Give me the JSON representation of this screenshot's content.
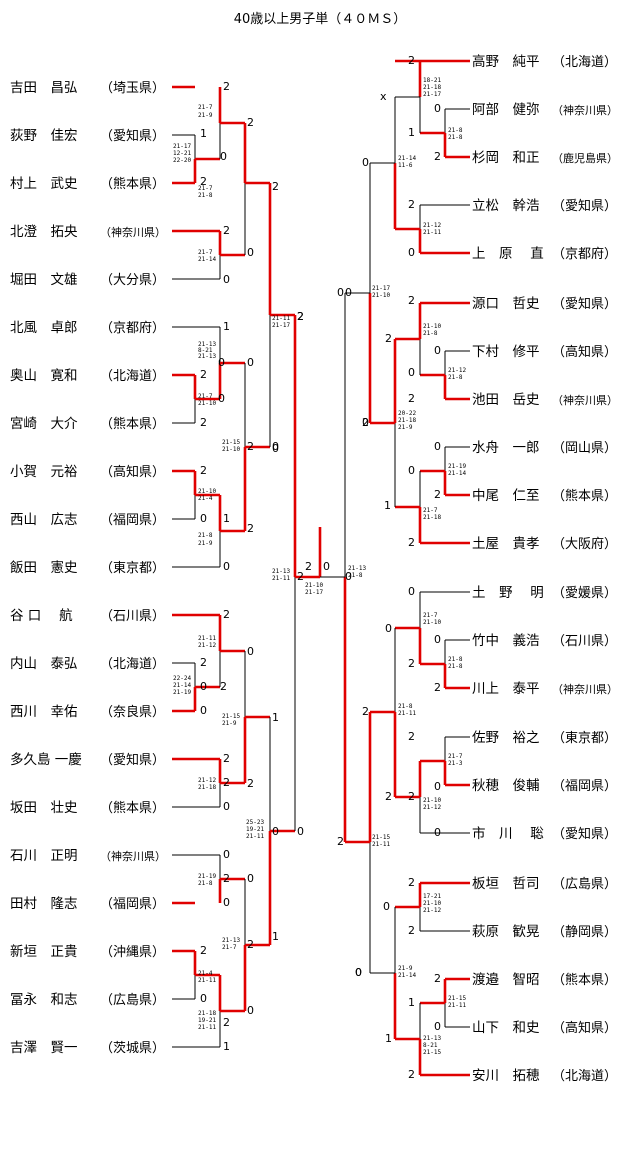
{
  "title": "40歳以上男子単（４０ＭＳ）",
  "colors": {
    "win": "#e00000",
    "line": "#000000"
  },
  "left_players": [
    {
      "name": "吉田　昌弘",
      "pref": "（埼玉県）"
    },
    {
      "name": "荻野　佳宏",
      "pref": "（愛知県）"
    },
    {
      "name": "村上　武史",
      "pref": "（熊本県）"
    },
    {
      "name": "北澄　拓央",
      "pref": "（神奈川県）"
    },
    {
      "name": "堀田　文雄",
      "pref": "（大分県）"
    },
    {
      "name": "北風　卓郎",
      "pref": "（京都府）"
    },
    {
      "name": "奥山　寛和",
      "pref": "（北海道）"
    },
    {
      "name": "宮崎　大介",
      "pref": "（熊本県）"
    },
    {
      "name": "小賀　元裕",
      "pref": "（高知県）"
    },
    {
      "name": "西山　広志",
      "pref": "（福岡県）"
    },
    {
      "name": "飯田　憲史",
      "pref": "（東京都）"
    },
    {
      "name": "谷 口　 航",
      "pref": "（石川県）"
    },
    {
      "name": "内山　泰弘",
      "pref": "（北海道）"
    },
    {
      "name": "西川　幸佑",
      "pref": "（奈良県）"
    },
    {
      "name": "多久島 一慶",
      "pref": "（愛知県）"
    },
    {
      "name": "坂田　壮史",
      "pref": "（熊本県）"
    },
    {
      "name": "石川　正明",
      "pref": "（神奈川県）"
    },
    {
      "name": "田村　隆志",
      "pref": "（福岡県）"
    },
    {
      "name": "新垣　正貴",
      "pref": "（沖縄県）"
    },
    {
      "name": "冨永　和志",
      "pref": "（広島県）"
    },
    {
      "name": "吉澤　賢一",
      "pref": "（茨城県）"
    }
  ],
  "right_players": [
    {
      "name": "高野　純平",
      "pref": "（北海道）"
    },
    {
      "name": "阿部　健弥",
      "pref": "（神奈川県）"
    },
    {
      "name": "杉岡　和正",
      "pref": "（鹿児島県）"
    },
    {
      "name": "立松　幹浩",
      "pref": "（愛知県）"
    },
    {
      "name": "上　原　 直",
      "pref": "（京都府）"
    },
    {
      "name": "源口　哲史",
      "pref": "（愛知県）"
    },
    {
      "name": "下村　修平",
      "pref": "（高知県）"
    },
    {
      "name": "池田　岳史",
      "pref": "（神奈川県）"
    },
    {
      "name": "水舟　一郎",
      "pref": "（岡山県）"
    },
    {
      "name": "中尾　仁至",
      "pref": "（熊本県）"
    },
    {
      "name": "土屋　貴孝",
      "pref": "（大阪府）"
    },
    {
      "name": "土　野　 明",
      "pref": "（愛媛県）"
    },
    {
      "name": "竹中　義浩",
      "pref": "（石川県）"
    },
    {
      "name": "川上　泰平",
      "pref": "（神奈川県）"
    },
    {
      "name": "佐野　裕之",
      "pref": "（東京都）"
    },
    {
      "name": "秋穂　俊輔",
      "pref": "（福岡県）"
    },
    {
      "name": "市　川　 聡",
      "pref": "（愛知県）"
    },
    {
      "name": "板垣　哲司",
      "pref": "（広島県）"
    },
    {
      "name": "萩原　歓晃",
      "pref": "（静岡県）"
    },
    {
      "name": "渡邉　智昭",
      "pref": "（熊本県）"
    },
    {
      "name": "山下　和史",
      "pref": "（高知県）"
    },
    {
      "name": "安川　拓穂",
      "pref": "（北海道）"
    }
  ],
  "results": [
    "2",
    "1",
    "0",
    "2",
    "2",
    "0",
    "1",
    "0",
    "2",
    "2",
    "0",
    "0",
    "2",
    "0",
    "2",
    "1",
    "0",
    "2",
    "2",
    "0",
    "2",
    "0",
    "2",
    "0",
    "1",
    "2",
    "2",
    "0",
    "2",
    "0",
    "2",
    "0",
    "0",
    "2",
    "0",
    "2",
    "0",
    "2",
    "0",
    "2",
    "1",
    "0",
    "2",
    "1",
    "0",
    "0",
    "2",
    "0",
    "2",
    "0",
    "2",
    "0",
    "2",
    "0",
    "2",
    "x",
    "1",
    "2",
    "0",
    "2",
    "0",
    "2",
    "0",
    "2",
    "0",
    "0",
    "2",
    "1",
    "0",
    "2",
    "0",
    "2",
    "0",
    "2",
    "2",
    "0",
    "2",
    "0",
    "2",
    "0",
    "2",
    "1",
    "0",
    "2",
    "2",
    "2",
    "0",
    "0",
    "2",
    "1",
    "0",
    "0",
    "2",
    "2",
    "0",
    "0",
    "2"
  ],
  "scores": [
    "21-7",
    "21-9",
    "21-17",
    "12-21",
    "22-20",
    "21-7",
    "21-8",
    "21-7",
    "21-14",
    "21-13",
    "8-21",
    "21-13",
    "21-7",
    "21-10",
    "21-15",
    "21-10",
    "21-11",
    "21-17",
    "21-10",
    "21-4",
    "21-8",
    "21-9",
    "21-11",
    "21-12",
    "22-24",
    "21-14",
    "21-19",
    "21-15",
    "21-9",
    "21-12",
    "21-18",
    "21-13",
    "21-7",
    "25-23",
    "19-21",
    "21-11",
    "21-13",
    "21-11",
    "21-19",
    "21-8",
    "21-4",
    "21-11",
    "21-18",
    "19-21",
    "21-11",
    "21-10",
    "21-17",
    "18-21",
    "21-18",
    "21-17",
    "21-14",
    "11-6",
    "21-8",
    "21-8",
    "21-12",
    "21-11",
    "21-17",
    "21-10",
    "21-10",
    "21-8",
    "21-12",
    "21-8",
    "20-22",
    "21-18",
    "21-9",
    "21-19",
    "21-14",
    "21-7",
    "21-18",
    "21-13",
    "21-8",
    "21-7",
    "21-10",
    "21-8",
    "21-8",
    "21-8",
    "21-11",
    "21-7",
    "21-3",
    "21-10",
    "21-12",
    "21-15",
    "21-11",
    "17-21",
    "21-10",
    "21-12",
    "21-9",
    "21-14",
    "21-15",
    "21-11",
    "21-13",
    "8-21",
    "21-15"
  ]
}
